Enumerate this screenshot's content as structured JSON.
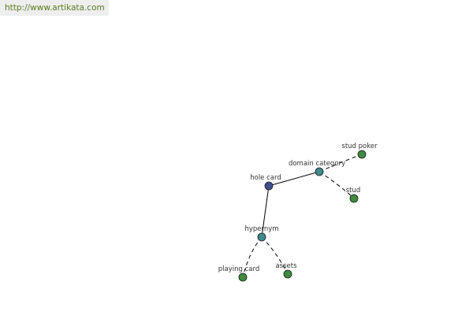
{
  "source_url": "http://www.artikata.com",
  "colors": {
    "banner_bg": "#eeeeee",
    "banner_text": "#5a7a1e",
    "node_root": "#3d4f8a",
    "node_mid": "#3e8a8a",
    "node_leaf": "#3f8a3f",
    "edge": "#000000",
    "label": "#333333"
  },
  "diagram": {
    "nodes": [
      {
        "id": "hole-card",
        "label": "hole card",
        "kind": "root"
      },
      {
        "id": "domain-category",
        "label": "domain category",
        "kind": "mid"
      },
      {
        "id": "hypernym",
        "label": "hypernym",
        "kind": "mid"
      },
      {
        "id": "stud-poker",
        "label": "stud poker",
        "kind": "leaf"
      },
      {
        "id": "stud",
        "label": "stud",
        "kind": "leaf"
      },
      {
        "id": "playing-card",
        "label": "playing card",
        "kind": "leaf"
      },
      {
        "id": "assets",
        "label": "assets",
        "kind": "leaf"
      }
    ],
    "edges": [
      {
        "from": "hole-card",
        "to": "domain-category",
        "style": "solid"
      },
      {
        "from": "hole-card",
        "to": "hypernym",
        "style": "solid"
      },
      {
        "from": "domain-category",
        "to": "stud-poker",
        "style": "dashed"
      },
      {
        "from": "domain-category",
        "to": "stud",
        "style": "dashed"
      },
      {
        "from": "hypernym",
        "to": "playing-card",
        "style": "dashed"
      },
      {
        "from": "hypernym",
        "to": "assets",
        "style": "dashed"
      }
    ]
  }
}
